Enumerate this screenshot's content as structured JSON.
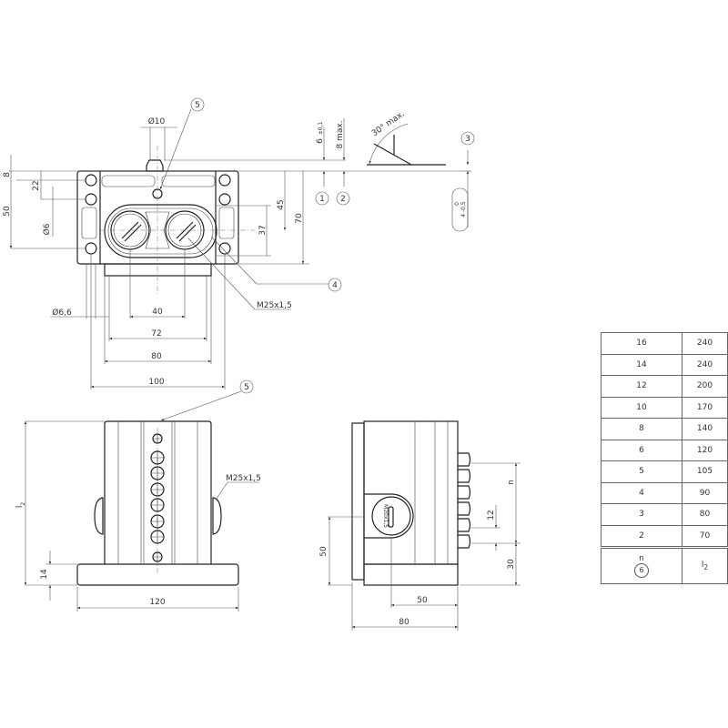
{
  "top_view": {
    "dims": {
      "d10": "Ø10",
      "d8": "8",
      "d22": "22",
      "d50": "50",
      "d6": "Ø6",
      "d45": "45",
      "d70": "70",
      "d37": "37",
      "d66": "Ø6,6",
      "d40": "40",
      "d72": "72",
      "d80": "80",
      "d100": "100",
      "thread": "M25x1,5"
    },
    "callouts": {
      "c5": "5",
      "c4": "4"
    }
  },
  "detail": {
    "tol6": "6",
    "tol6_sub": "±0,1",
    "max8": "8 max.",
    "c1": "1",
    "c2": "2",
    "angle": "30° max.",
    "c3": "3",
    "cap_top": "0",
    "cap_bottom": "4 -0,5"
  },
  "front_view": {
    "l2": "l2",
    "d14": "14",
    "d120": "120",
    "thread": "M25x1,5",
    "c5": "5"
  },
  "side_view": {
    "n": "n",
    "d12": "12",
    "d30": "30",
    "d50v": "50",
    "d50h": "50",
    "d80": "80",
    "gland": "M20x1,5"
  },
  "table": {
    "rows": [
      [
        "16",
        "240"
      ],
      [
        "14",
        "240"
      ],
      [
        "12",
        "200"
      ],
      [
        "10",
        "170"
      ],
      [
        "8",
        "140"
      ],
      [
        "6",
        "120"
      ],
      [
        "5",
        "105"
      ],
      [
        "4",
        "90"
      ],
      [
        "3",
        "80"
      ],
      [
        "2",
        "70"
      ]
    ],
    "header_n": "n",
    "header_callout": "6",
    "header_l": "l",
    "header_l_sub": "2"
  }
}
